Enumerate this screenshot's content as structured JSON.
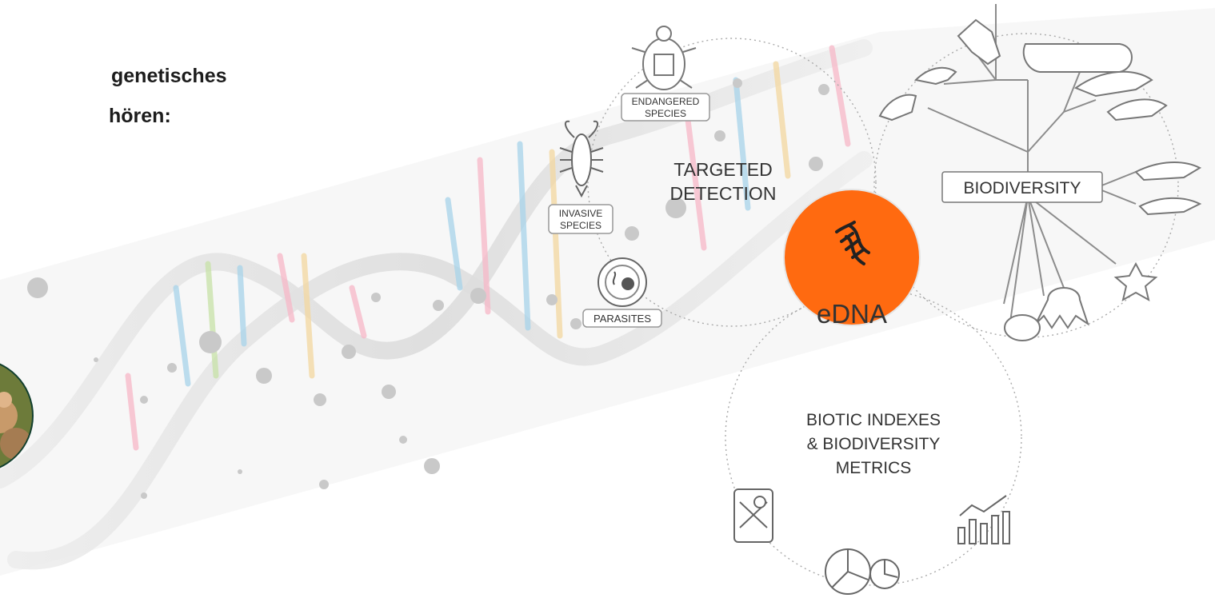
{
  "intro": {
    "line1": "genetisches",
    "line2": "hören:"
  },
  "diagram": {
    "center": "eDNA",
    "targeted": [
      "TARGETED",
      "DETECTION"
    ],
    "endangered": [
      "ENDANGERED",
      "SPECIES"
    ],
    "invasive": [
      "INVASIVE",
      "SPECIES"
    ],
    "parasites": "PARASITES",
    "biodiversity": "BIODIVERSITY",
    "biotic": [
      "BIOTIC INDEXES",
      "& BIODIVERSITY",
      "METRICS"
    ]
  },
  "colors": {
    "center": "#ff6a10",
    "dark_green": "#123f2e",
    "icon_stroke": "#777777"
  }
}
